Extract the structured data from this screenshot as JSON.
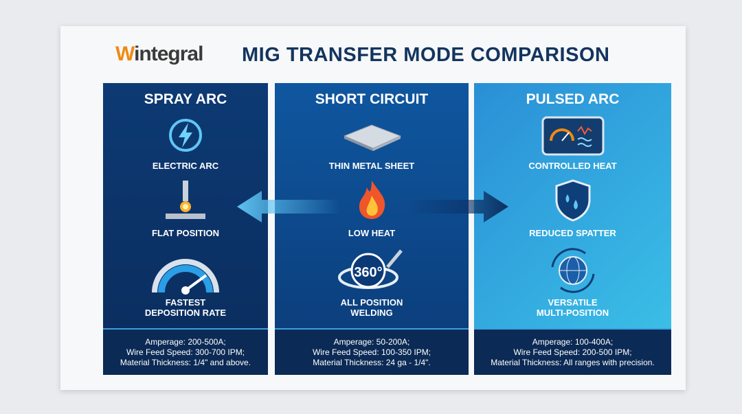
{
  "logo": {
    "text_w": "W",
    "text_rest": "integral"
  },
  "title": "MIG TRANSFER MODE COMPARISON",
  "panels": [
    {
      "heading": "SPRAY ARC",
      "features": [
        {
          "label": "ELECTRIC  ARC",
          "icon": "lightning-icon"
        },
        {
          "label": "FLAT POSITION",
          "icon": "weld-torch-icon"
        },
        {
          "label": "FASTEST\nDEPOSITION RATE",
          "icon": "gauge-icon"
        }
      ],
      "specs": [
        "Amperage: 200-500A;",
        "Wire Feed Speed: 300-700 IPM;",
        "Material Thickness: 1/4\" and above."
      ]
    },
    {
      "heading": "SHORT CIRCUIT",
      "features": [
        {
          "label": "THIN METAL SHEET",
          "icon": "metal-sheet-icon"
        },
        {
          "label": "LOW HEAT",
          "icon": "flame-icon"
        },
        {
          "label": "ALL POSITION\nWELDING",
          "icon": "360-icon",
          "badge": "360°"
        }
      ],
      "specs": [
        "Amperage: 50-200A;",
        "Wire Feed Speed: 100-350 IPM;",
        "Material Thickness: 24 ga - 1/4\"."
      ]
    },
    {
      "heading": "PULSED ARC",
      "features": [
        {
          "label": "CONTROLLED HEAT",
          "icon": "monitor-gauge-icon"
        },
        {
          "label": "REDUCED SPATTER",
          "icon": "shield-droplets-icon"
        },
        {
          "label": "VERSATILE\nMULTI-POSITION",
          "icon": "globe-cycle-icon"
        }
      ],
      "specs": [
        "Amperage: 100-400A;",
        "Wire Feed Speed: 200-500 IPM;",
        "Material Thickness: All ranges with precision."
      ]
    }
  ],
  "colors": {
    "title": "#13345f",
    "logo_accent": "#f08a12",
    "spray": "#0d3a74",
    "short": "#0f57a0",
    "pulsed": "#3cc3e8"
  }
}
